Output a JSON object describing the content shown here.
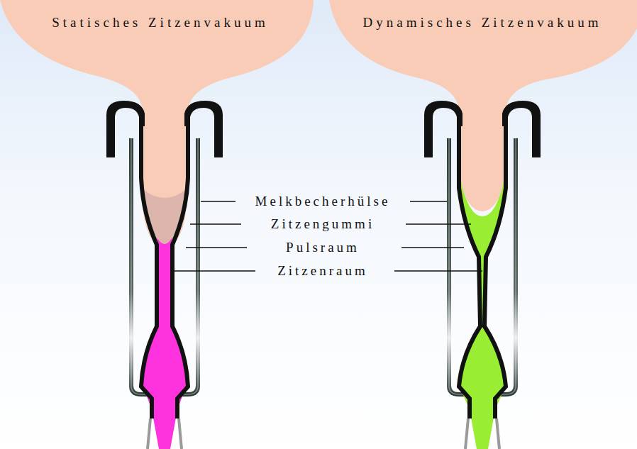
{
  "diagram": {
    "labels": [
      "Statisches Zitzenvakuum",
      "Dynamisches Zitzenvakuum",
      "Melkbecherhülse",
      "Zitzengummi",
      "Pulsraum",
      "Zitzenraum"
    ]
  }
}
